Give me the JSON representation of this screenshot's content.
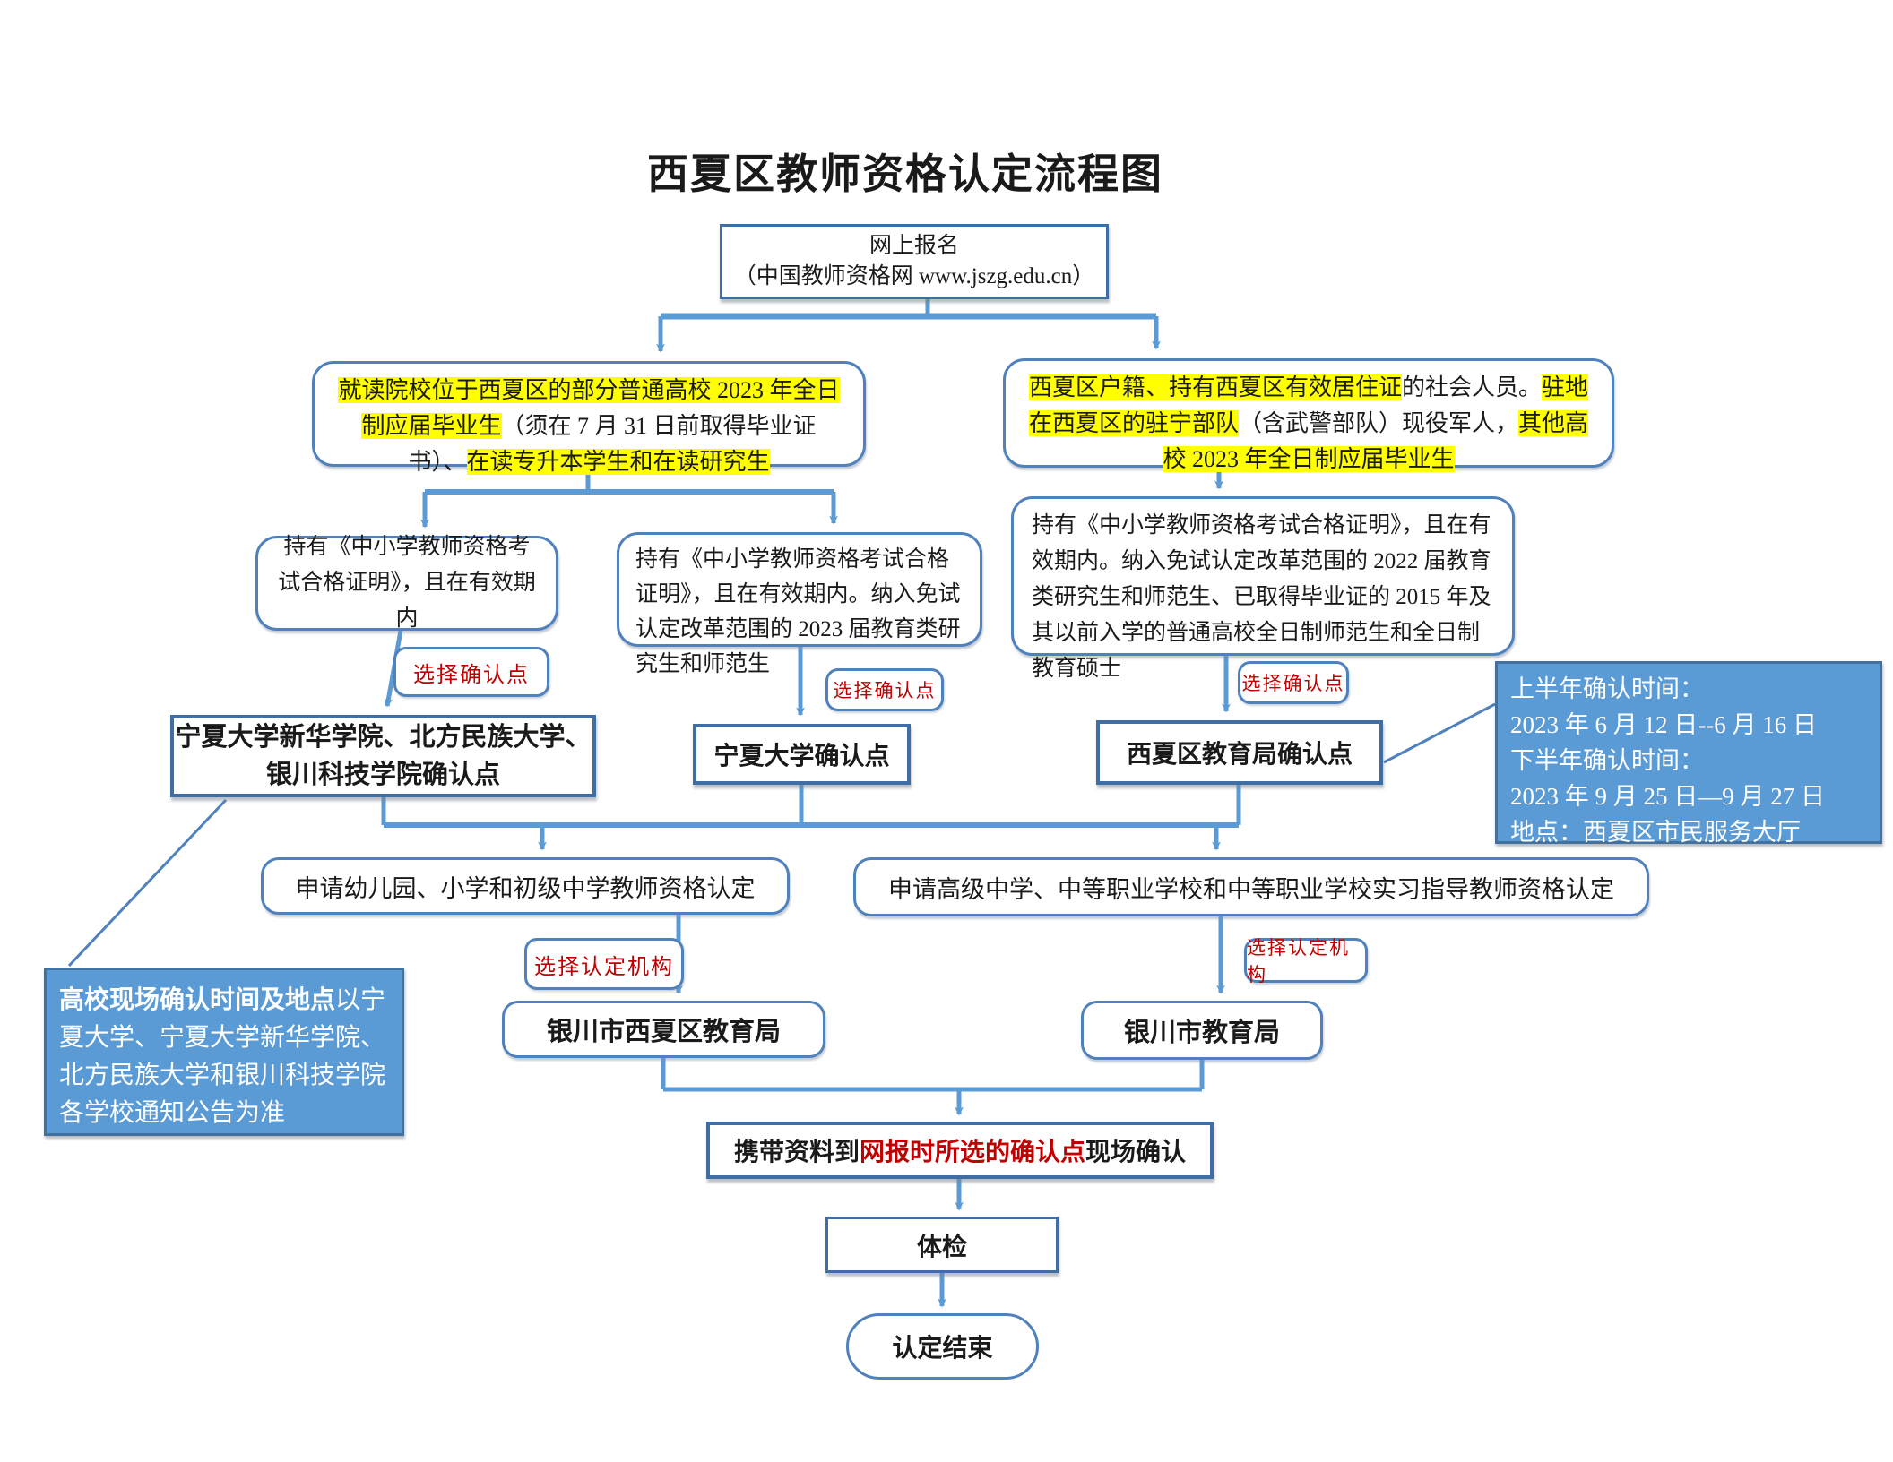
{
  "title": "西夏区教师资格认定流程图",
  "colors": {
    "box_border": "#4f81bd",
    "heavy_border": "#3f6ea5",
    "connector": "#5b9bd5",
    "blue_fill": "#5b9bd5",
    "highlight": "#ffff00",
    "accent_red": "#c00000"
  },
  "nodes": {
    "online": {
      "line1": "网上报名",
      "line2": "（中国教师资格网 www.jszg.edu.cn）"
    },
    "branch_left": {
      "segments": [
        "就读院校位于西夏区的部分普通高校 2023 年全日制应届毕业生",
        "（须在 7 月 31 日前取得毕业证书）、",
        "在读专升本学生和在读研究生"
      ]
    },
    "branch_right": {
      "segments": [
        "西夏区户籍、持有西夏区有效居住证",
        "的社会人员。",
        "驻地在西夏区的驻宁部队",
        "（含武警部队）现役军人，",
        "其他高校 2023 年全日制应届毕业生"
      ]
    },
    "cond1": "持有《中小学教师资格考试合格证明》，且在有效期内",
    "cond2": "持有《中小学教师资格考试合格证明》，且在有效期内。纳入免试认定改革范围的 2023 届教育类研究生和师范生",
    "cond3": "持有《中小学教师资格考试合格证明》，且在有效期内。纳入免试认定改革范围的 2022 届教育类研究生和师范生、已取得毕业证的 2015 年及其以前入学的普通高校全日制师范生和全日制教育硕士",
    "tag_choose_point": "选择确认点",
    "tag_choose_org": "选择认定机构",
    "conf1": "宁夏大学新华学院、北方民族大学、银川科技学院确认点",
    "conf2": "宁夏大学确认点",
    "conf3": "西夏区教育局确认点",
    "info_right": {
      "lines": [
        "上半年确认时间：",
        "2023 年 6 月 12 日--6 月 16 日",
        "下半年确认时间：",
        "2023 年 9 月 25 日—9 月 27 日",
        "地点：西夏区市民服务大厅"
      ]
    },
    "app_left": "申请幼儿园、小学和初级中学教师资格认定",
    "app_right": "申请高级中学、中等职业学校和中等职业学校实习指导教师资格认定",
    "bureau_left": "银川市西夏区教育局",
    "bureau_right": "银川市教育局",
    "info_left": {
      "bold": "高校现场确认时间及地点",
      "rest": "以宁夏大学、宁夏大学新华学院、北方民族大学和银川科技学院各学校通知公告为准"
    },
    "carry": {
      "pre": "携带资料到",
      "red": "网报时所选的确认点",
      "post": "现场确认"
    },
    "checkup": "体检",
    "end": "认定结束"
  }
}
